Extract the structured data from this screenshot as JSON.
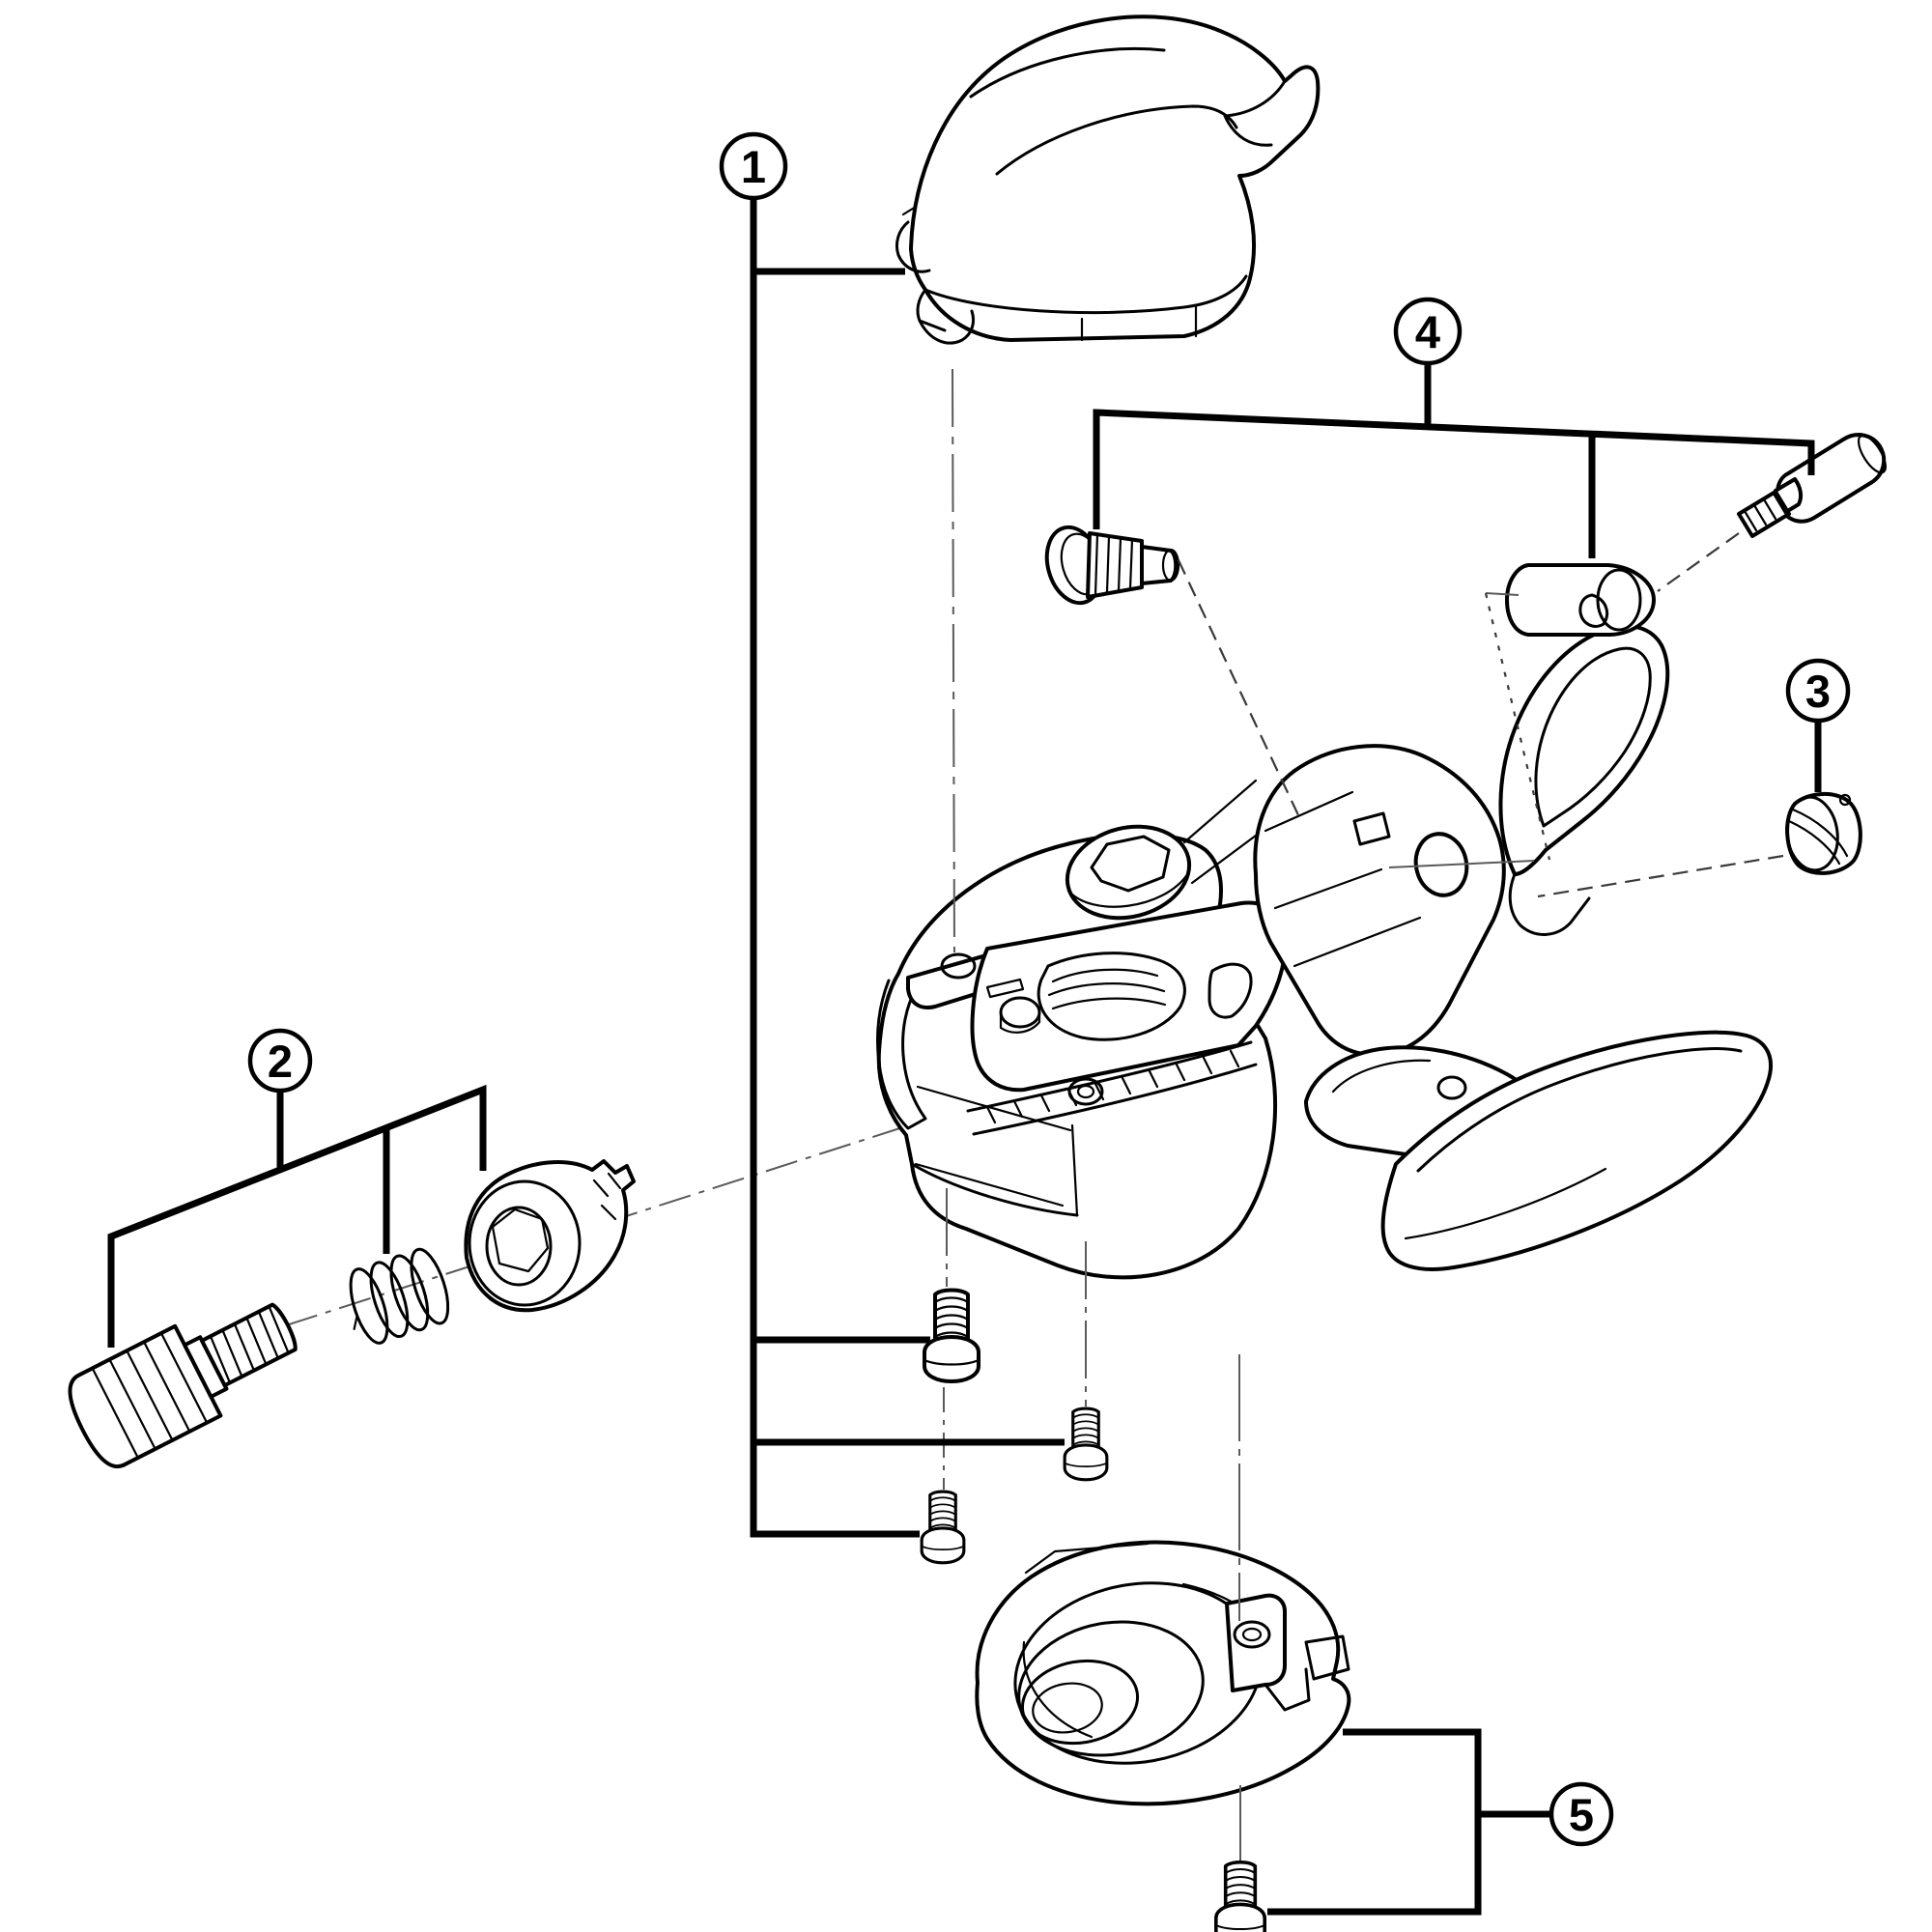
{
  "figure": {
    "background_color": "#ffffff",
    "line_color": "#000000",
    "leader_color": "#5a5a5a",
    "callouts": [
      {
        "number": "1"
      },
      {
        "number": "2"
      },
      {
        "number": "3"
      },
      {
        "number": "4"
      },
      {
        "number": "5"
      }
    ],
    "parts": [
      {
        "callout": "1",
        "icon": "top-cover-and-fixing-screws-icon"
      },
      {
        "callout": "2",
        "icon": "cable-adjusting-bolt-spring-nut-icon"
      },
      {
        "callout": "3",
        "icon": "slotted-plug-icon"
      },
      {
        "callout": "4",
        "icon": "fixing-screws-and-sleeve-icon"
      },
      {
        "callout": "5",
        "icon": "bottom-cover-and-screw-icon"
      }
    ]
  }
}
